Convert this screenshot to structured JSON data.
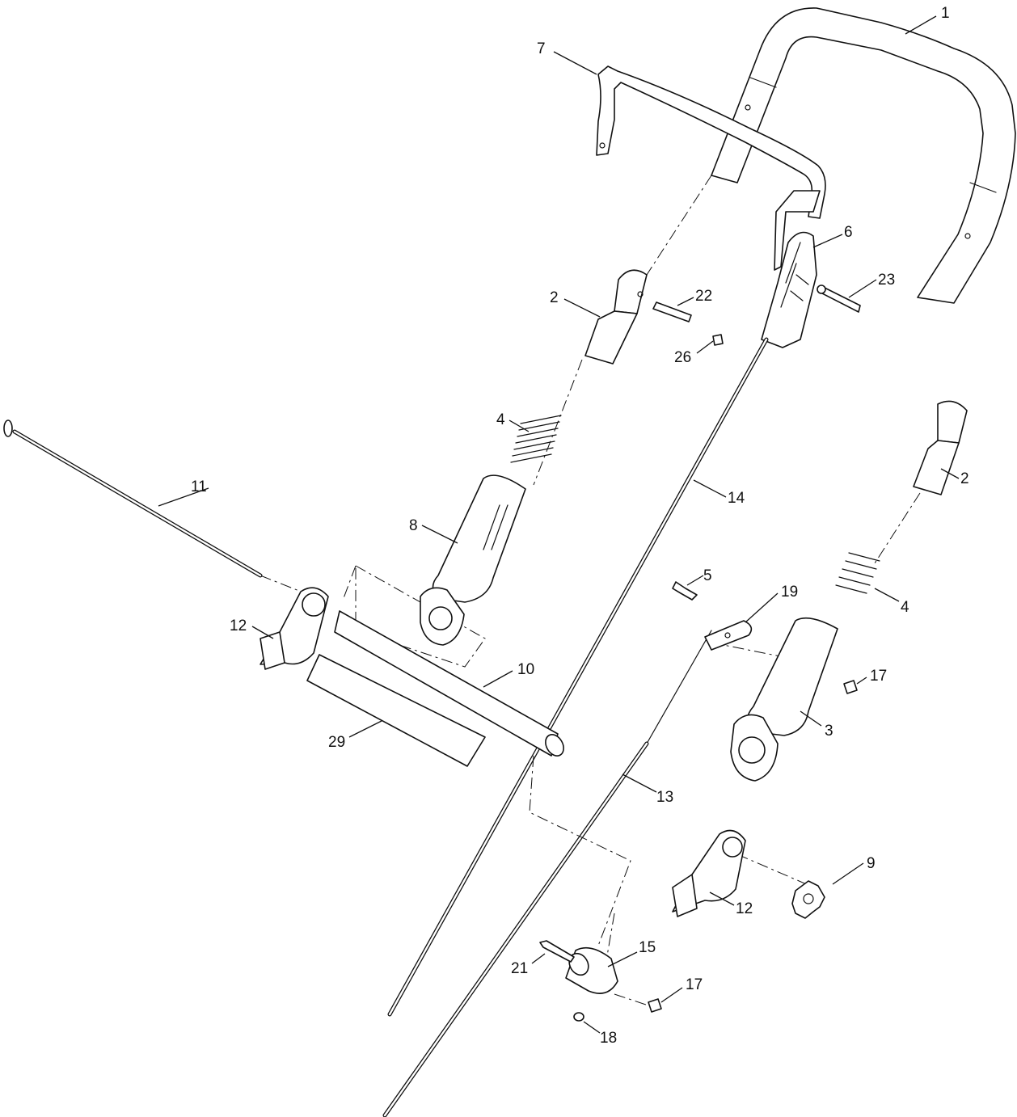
{
  "callouts": [
    {
      "id": "c1",
      "label": "1"
    },
    {
      "id": "c7",
      "label": "7"
    },
    {
      "id": "c6",
      "label": "6"
    },
    {
      "id": "c23",
      "label": "23"
    },
    {
      "id": "c2a",
      "label": "2"
    },
    {
      "id": "c22",
      "label": "22"
    },
    {
      "id": "c26",
      "label": "26"
    },
    {
      "id": "c4a",
      "label": "4"
    },
    {
      "id": "c11",
      "label": "11"
    },
    {
      "id": "c14",
      "label": "14"
    },
    {
      "id": "c2b",
      "label": "2"
    },
    {
      "id": "c8",
      "label": "8"
    },
    {
      "id": "c5",
      "label": "5"
    },
    {
      "id": "c19",
      "label": "19"
    },
    {
      "id": "c4b",
      "label": "4"
    },
    {
      "id": "c12a",
      "label": "12"
    },
    {
      "id": "c10",
      "label": "10"
    },
    {
      "id": "c17a",
      "label": "17"
    },
    {
      "id": "c3",
      "label": "3"
    },
    {
      "id": "c29",
      "label": "29"
    },
    {
      "id": "c13",
      "label": "13"
    },
    {
      "id": "c9",
      "label": "9"
    },
    {
      "id": "c12b",
      "label": "12"
    },
    {
      "id": "c15",
      "label": "15"
    },
    {
      "id": "c21",
      "label": "21"
    },
    {
      "id": "c17b",
      "label": "17"
    },
    {
      "id": "c18",
      "label": "18"
    }
  ]
}
